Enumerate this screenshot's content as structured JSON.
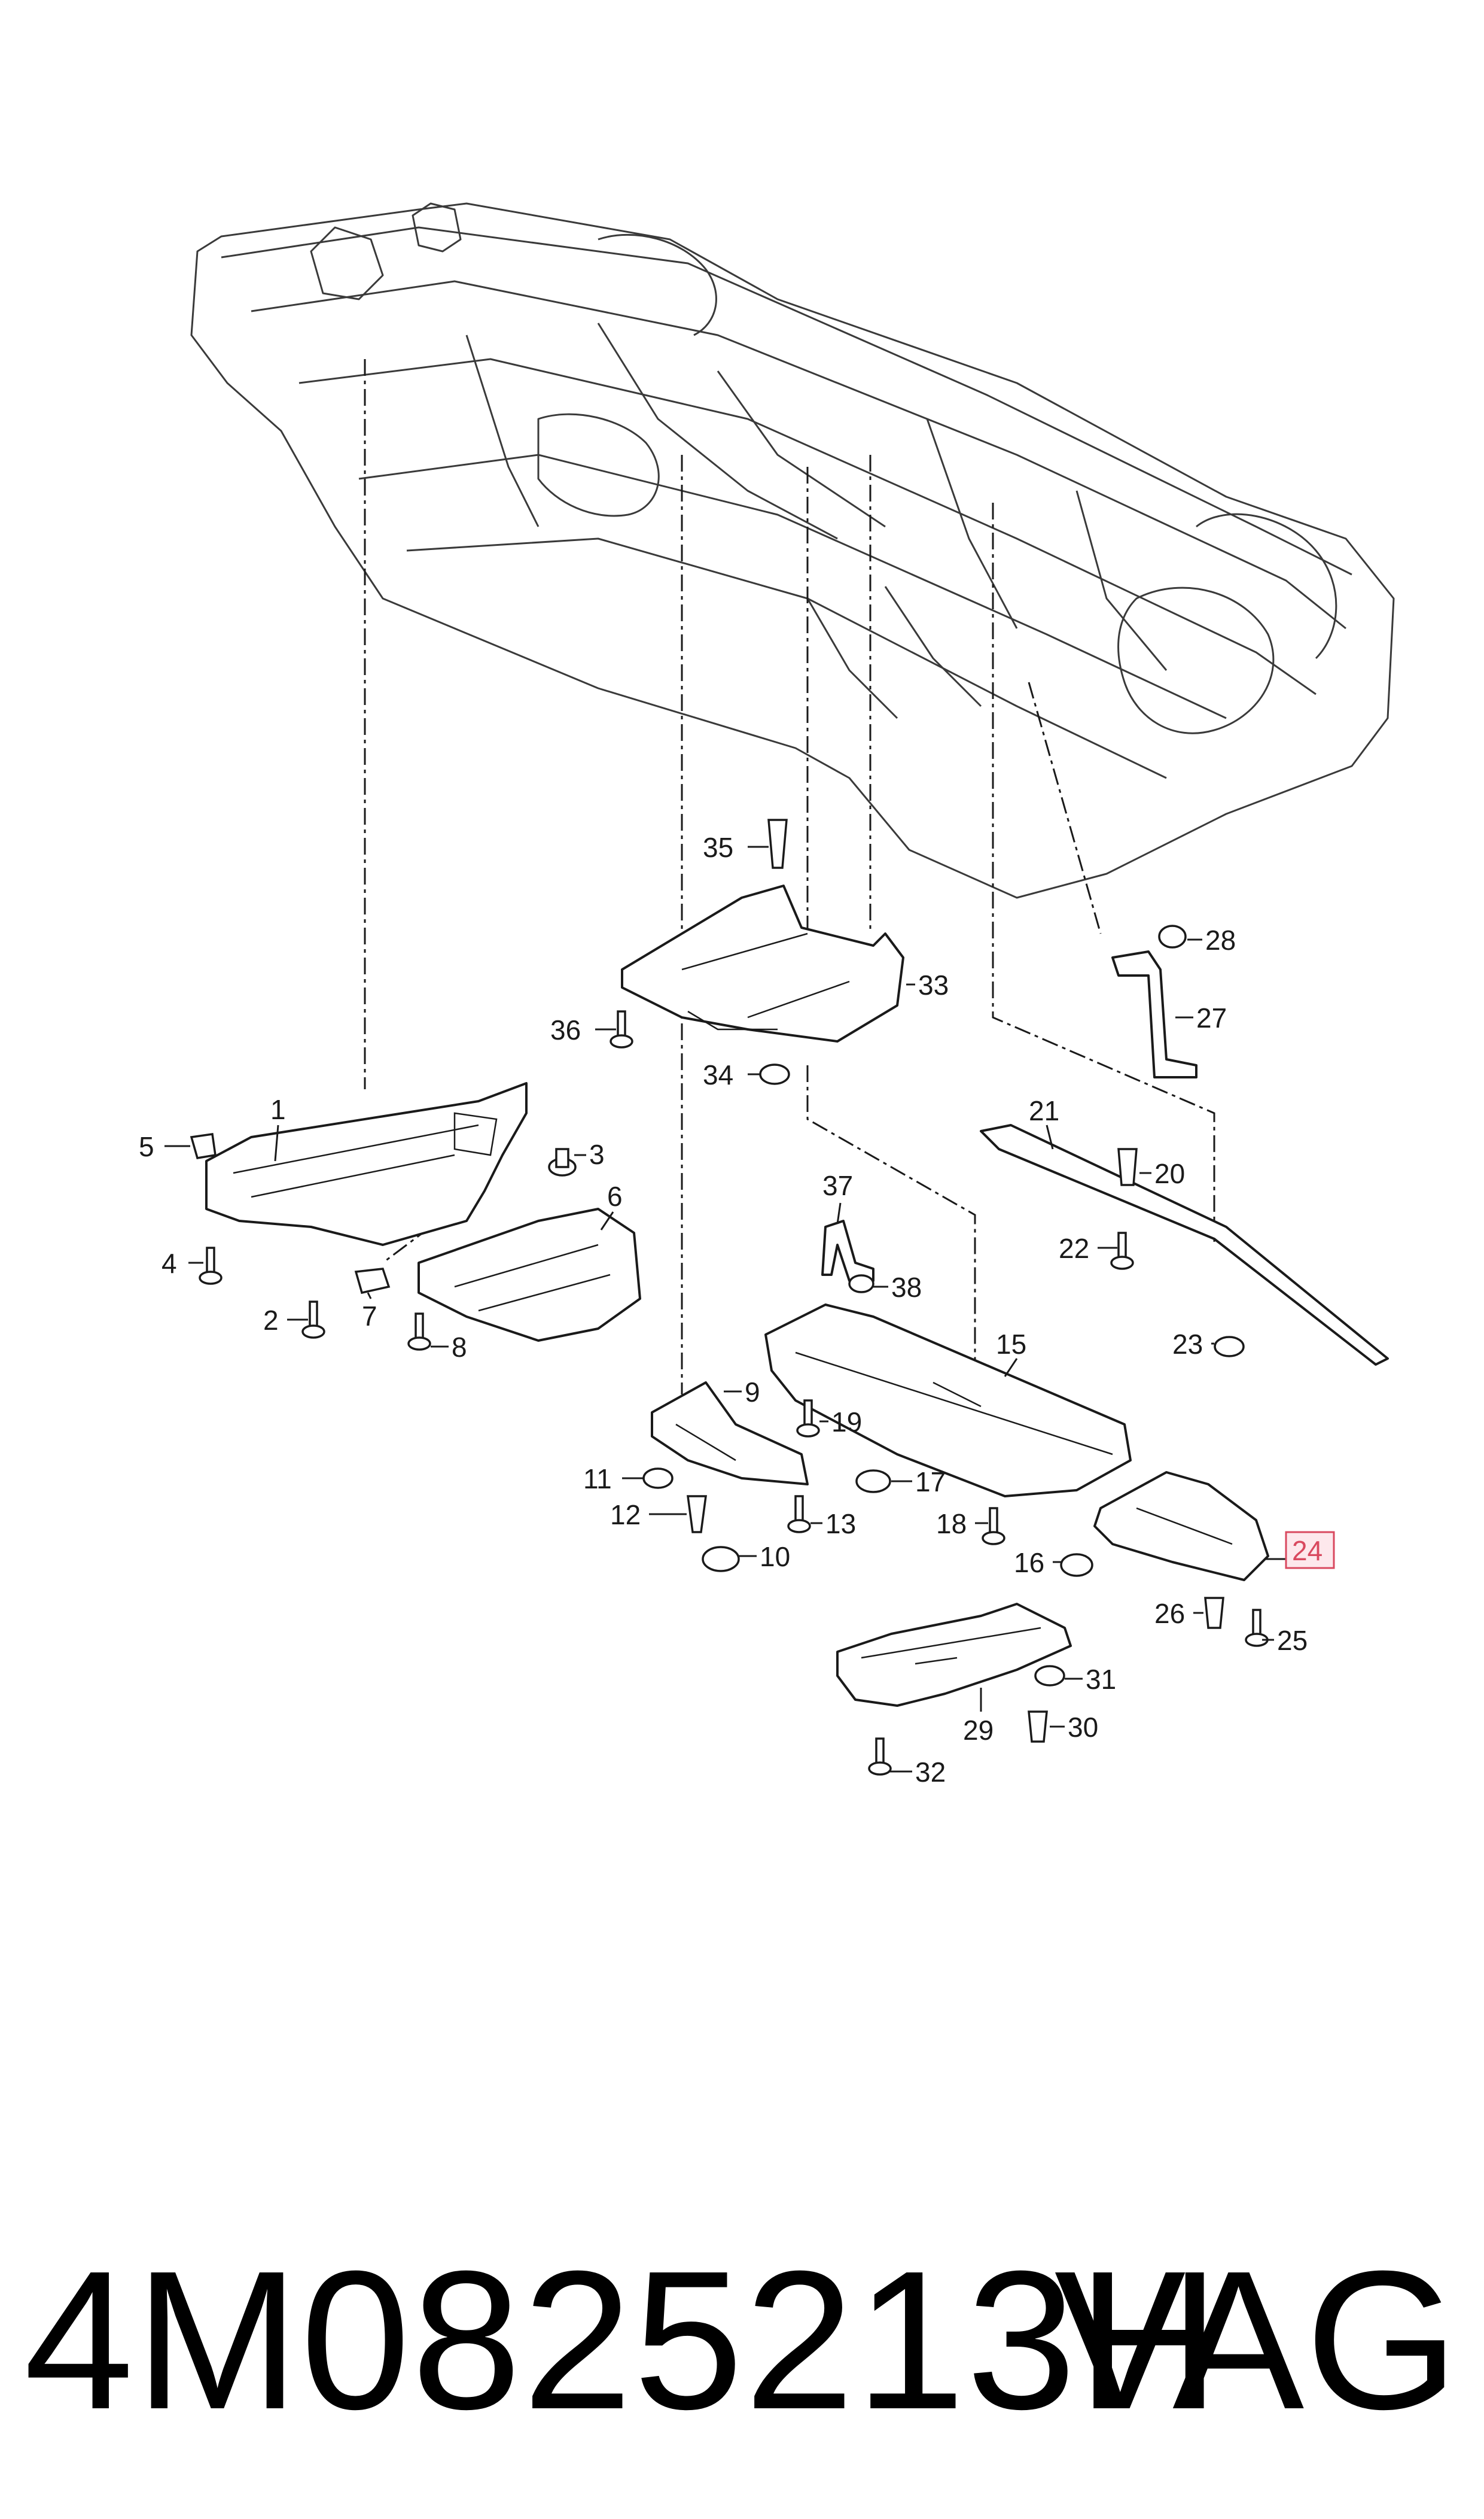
{
  "diagram": {
    "callouts": [
      "1",
      "2",
      "3",
      "4",
      "5",
      "6",
      "7",
      "8",
      "9",
      "10",
      "11",
      "12",
      "13",
      "15",
      "16",
      "17",
      "18",
      "19",
      "20",
      "21",
      "22",
      "23",
      "24",
      "25",
      "26",
      "27",
      "28",
      "29",
      "30",
      "31",
      "32",
      "33",
      "34",
      "35",
      "36",
      "37",
      "38"
    ],
    "highlighted_callout": "24",
    "highlight_color": "#d9495f"
  },
  "footer": {
    "part_number": "4M0825213H",
    "brand": "VAG"
  }
}
